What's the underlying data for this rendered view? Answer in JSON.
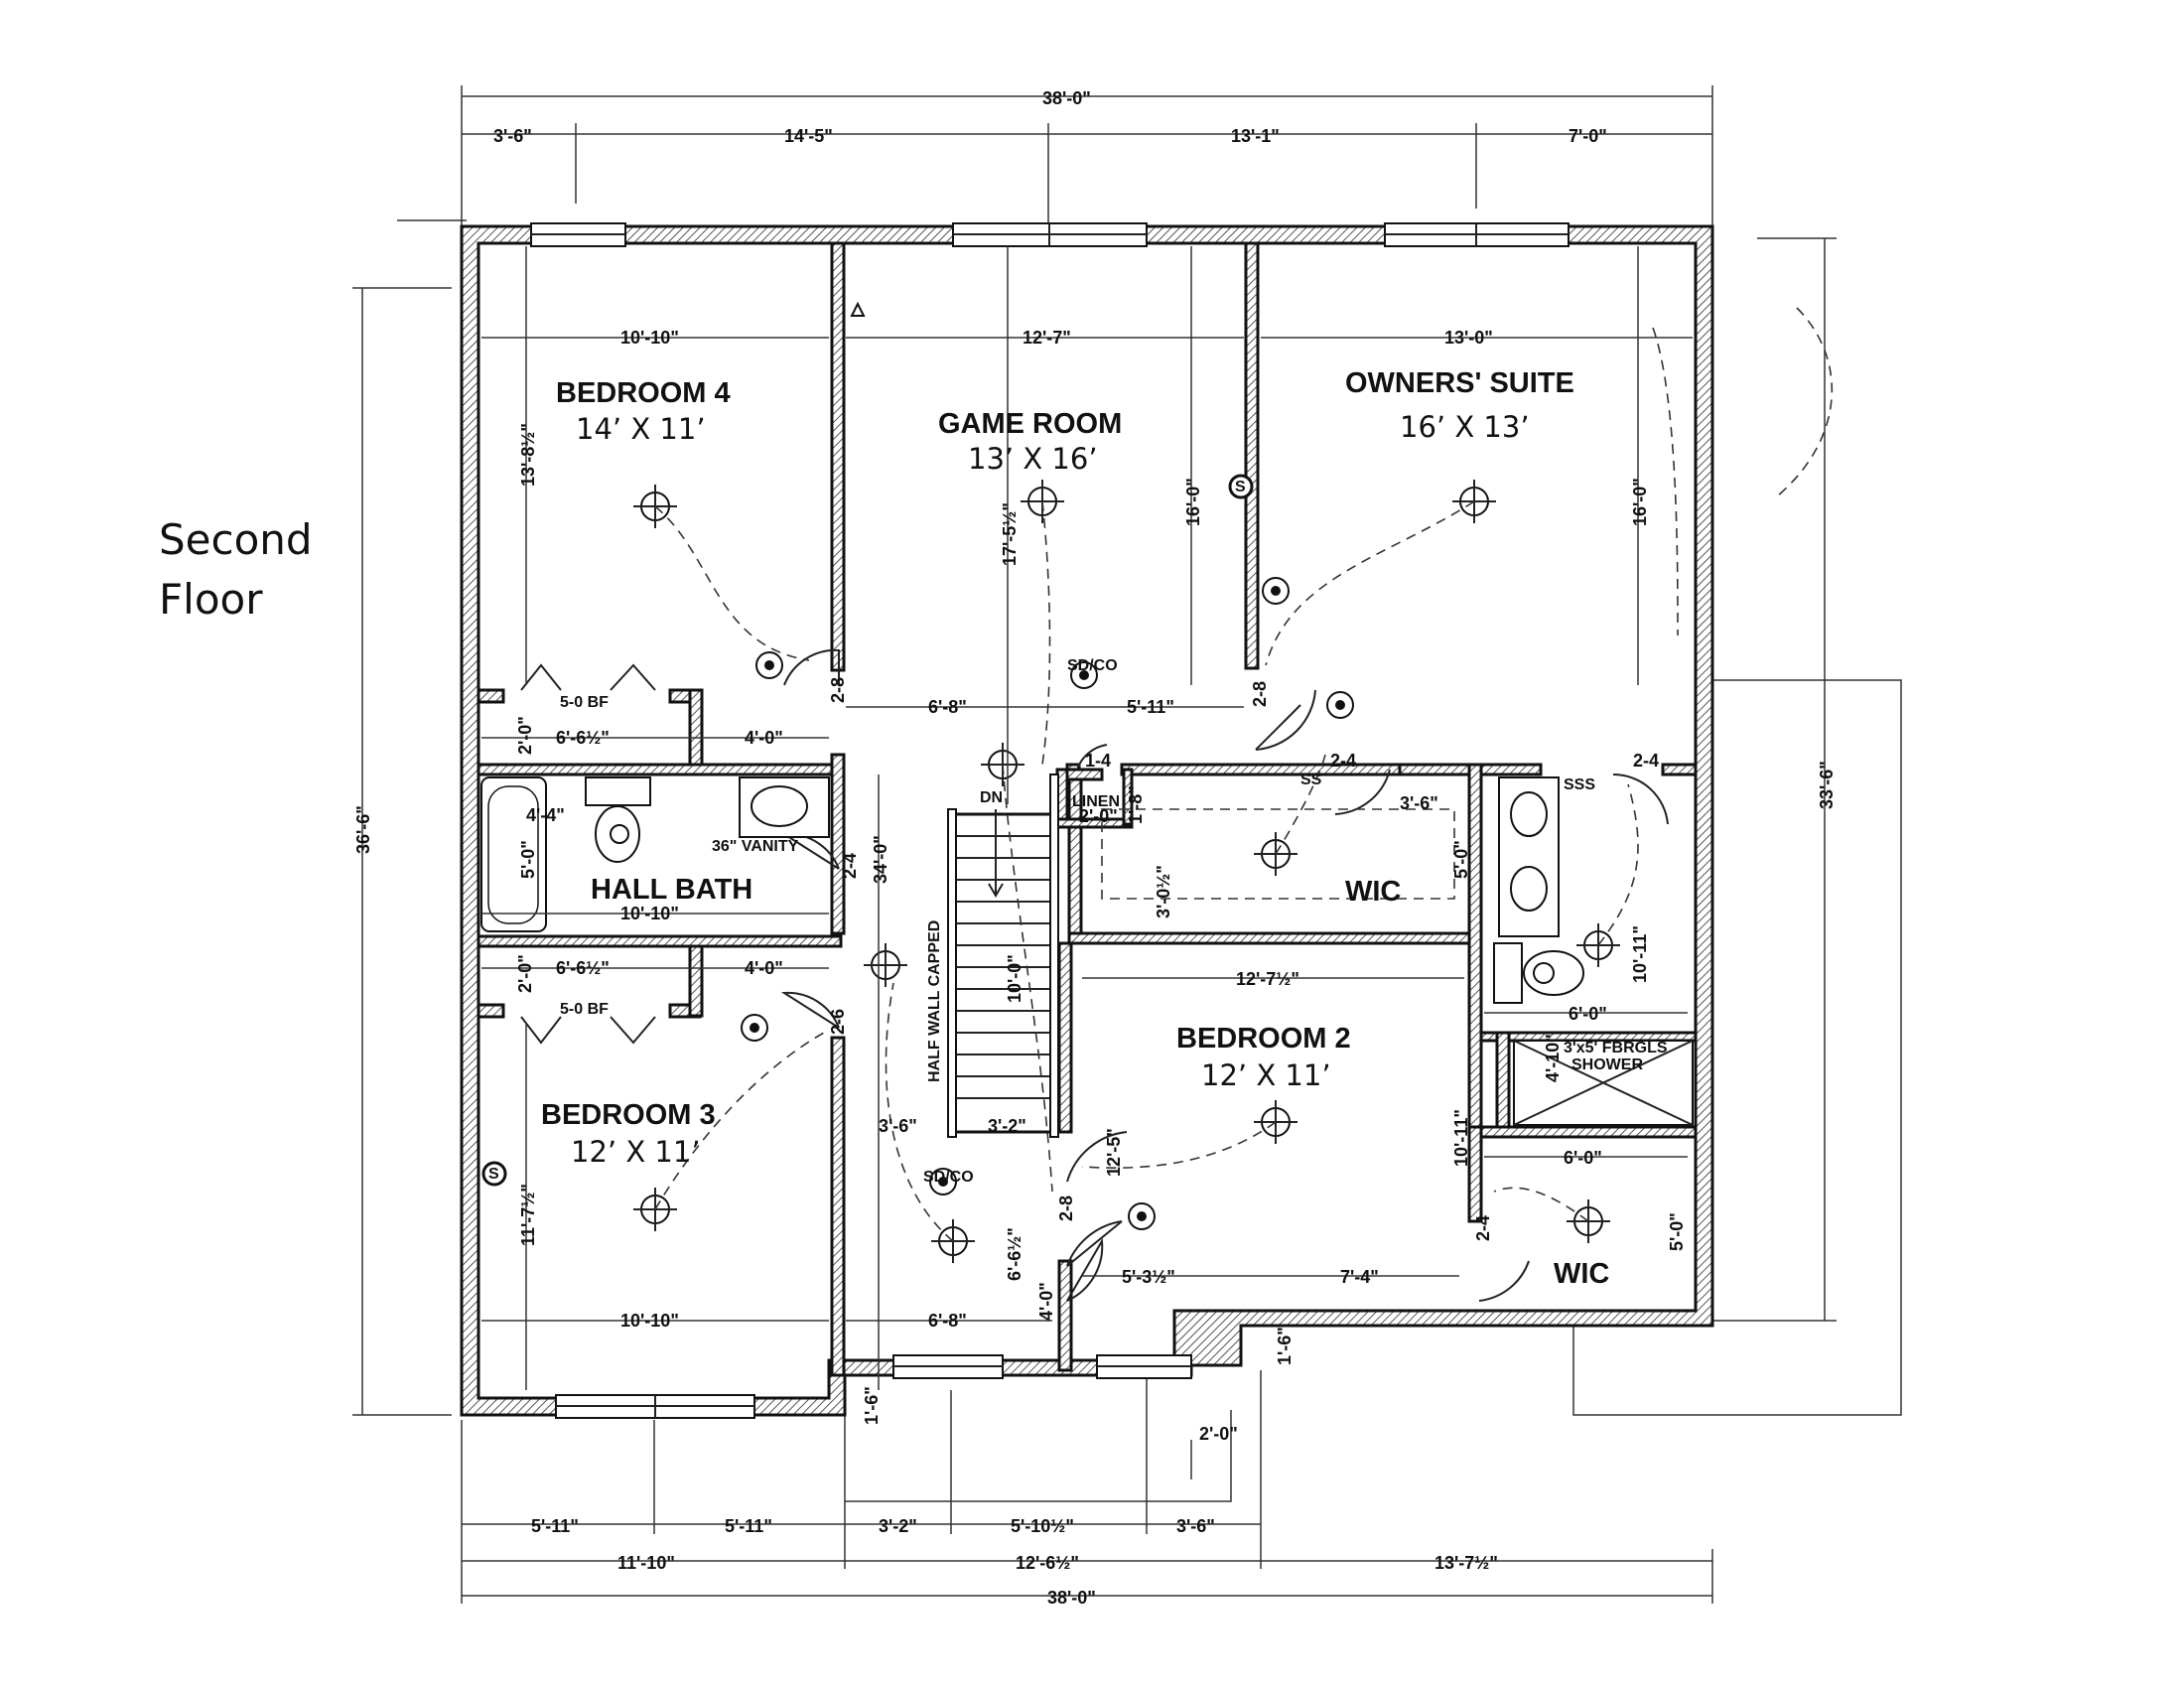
{
  "floor_label": {
    "line1": "Second",
    "line2": "Floor"
  },
  "rooms": {
    "bedroom4": {
      "name": "BEDROOM 4",
      "size": "14’ X 11’"
    },
    "game_room": {
      "name": "GAME ROOM",
      "size": "13’ X 16’"
    },
    "owners_suite": {
      "name": "OWNERS' SUITE",
      "size": "16’ X 13’"
    },
    "hall_bath": {
      "name": "HALL BATH"
    },
    "bedroom3": {
      "name": "BEDROOM 3",
      "size": "12’ X 11’"
    },
    "bedroom2": {
      "name": "BEDROOM 2",
      "size": "12’ X 11’"
    },
    "wic_owner": {
      "name": "WIC"
    },
    "wic_bed2": {
      "name": "WIC"
    },
    "linen": {
      "name": "LINEN"
    },
    "shower": {
      "line1": "3'x5' FBRGLS",
      "line2": "SHOWER"
    }
  },
  "labels": {
    "dn": "DN",
    "half_wall": "HALF WALL CAPPED",
    "vanity": "36\" VANITY",
    "bf_top": "5-0 BF",
    "bf_bottom": "5-0 BF",
    "sd_co_top": "SD/CO",
    "sd_co_bottom": "SD/CO",
    "sss": "SSS",
    "ss": "SS"
  },
  "dimensions": {
    "overall_top": "38'-0\"",
    "top_1": "3'-6\"",
    "top_2": "14'-5\"",
    "top_3": "13'-1\"",
    "top_4": "7'-0\"",
    "overall_bottom": "38'-0\"",
    "bot_a1": "5'-11\"",
    "bot_a2": "5'-11\"",
    "bot_a3": "3'-2\"",
    "bot_a4": "5'-10½\"",
    "bot_a5": "3'-6\"",
    "bot_b1": "11'-10\"",
    "bot_b2": "12'-6½\"",
    "bot_b3": "13'-7½\"",
    "left_overall": "36'-6\"",
    "right_overall": "33'-6\"",
    "b4_width": "10'-10\"",
    "b4_height": "13'-8½\"",
    "game_width": "12'-7\"",
    "game_height": "17'-5½\"",
    "game_right": "16'-0\"",
    "owner_width": "13'-0\"",
    "owner_height": "16'-0\"",
    "closet_w_top": "6'-6½\"",
    "closet_d_top": "2'-0\"",
    "door_4_0_top": "4'-0\"",
    "door_2_8_a": "2-8",
    "hall_6_8": "6'-8\"",
    "hall_5_11": "5'-11\"",
    "door_2_8_b": "2-8",
    "linen_1_4": "1-4",
    "linen_2_0": "2'-0\"",
    "linen_1_8": "1'-8\"",
    "door_2_4_wic": "2-4",
    "wic_3_6": "3'-6\"",
    "wic_5_0": "5'-0\"",
    "wic_3_0": "3'-0½\"",
    "door_2_4_bath": "2-4",
    "bath_10_11": "10'-11\"",
    "bath_6_0": "6'-0\"",
    "bath_4_10": "4'-10\"",
    "hb_4_4": "4'-4\"",
    "hb_5_0": "5'-0\"",
    "hb_10_10": "10'-10\"",
    "hb_door_2_4": "2-4",
    "stair_34_0": "34'-0\"",
    "closet_w_bot": "6'-6½\"",
    "closet_d_bot": "2'-0\"",
    "door_4_0_bot": "4'-0\"",
    "door_2_6": "2-6",
    "stair_10_0": "10'-0\"",
    "stair_3_6": "3'-6\"",
    "stair_3_2": "3'-2\"",
    "b3_height": "11'-7½\"",
    "b3_width": "10'-10\"",
    "hall_6_8_b": "6'-8\"",
    "hall_6_6": "6'-6½\"",
    "hall_4_0": "4'-0\"",
    "b2_width": "12'-7½\"",
    "b2_height_l": "12'-5\"",
    "b2_height_r": "10'-11\"",
    "b2_door_2_8": "2-8",
    "b2_5_3": "5'-3½\"",
    "b2_7_4": "7'-4\"",
    "wic2_6_0": "6'-0\"",
    "wic2_5_0": "5'-0\"",
    "wic2_door": "2-4",
    "bump_1_6_l": "1'-6\"",
    "bump_1_6_r": "1'-6\"",
    "bump_2_0": "2'-0\""
  }
}
